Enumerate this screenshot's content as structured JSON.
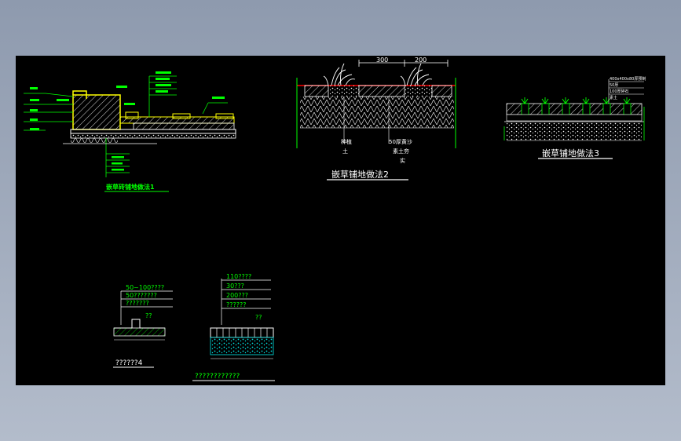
{
  "colors": {
    "background": "#000000",
    "green": "#00ff00",
    "white": "#ffffff",
    "yellow": "#ffff00",
    "red": "#ff0000",
    "cyan": "#00e5e5",
    "bezel": "#a3adbf"
  },
  "detail1": {
    "title": "嵌草砖铺地做法1"
  },
  "detail2": {
    "title": "嵌草铺地做法2",
    "dim_left": "300",
    "dim_right": "200",
    "label_left": "种植",
    "label_left_2": "土",
    "label_right": "50厚黄沙",
    "label_right_2": "素土夯",
    "label_right_3": "实"
  },
  "detail3": {
    "title": "嵌草铺地做法3",
    "layer1": "400x400x80厚预制",
    "layer2": "50厚",
    "layer3": "100厚碎石",
    "layer4": "素土"
  },
  "detail4": {
    "title": "??????4",
    "layer1": "50~100????",
    "layer2": "50???????",
    "layer3": "???????",
    "tag": "??"
  },
  "detail5": {
    "title": "????????????",
    "layer1": "110????",
    "layer2": "30???",
    "layer3": "200???",
    "layer4": "??????",
    "tag": "??"
  }
}
